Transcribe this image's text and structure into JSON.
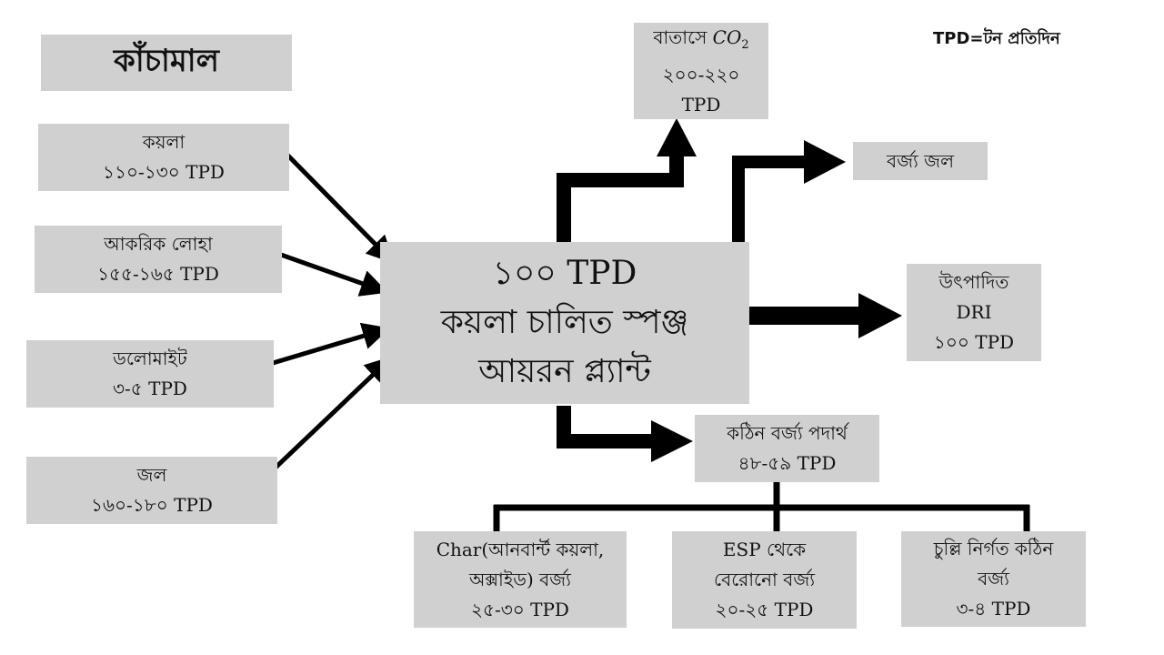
{
  "legend": "TPD=টন প্রতিদিন",
  "raw_material_title": "কাঁচামাল",
  "inputs": [
    {
      "line1": "কয়লা",
      "line2": "১১০-১৩০ TPD"
    },
    {
      "line1": "আকরিক লোহা",
      "line2": "১৫৫-১৬৫ TPD"
    },
    {
      "line1": "ডলোমাইট",
      "line2": "৩-৫ TPD"
    },
    {
      "line1": "জল",
      "line2": "১৬০-১৮০ TPD"
    }
  ],
  "plant": {
    "line1": "১০০ TPD",
    "line2": "কয়লা চালিত স্পঞ্জ",
    "line3": "আয়রন প্ল্যান্ট"
  },
  "co2": {
    "prefix": "বাতাসে ",
    "formula": "CO",
    "subscript": "2",
    "line2": "২০০-২২০",
    "line3": "TPD"
  },
  "waste_water": "বর্জ্য জল",
  "dri": {
    "line1": "উৎপাদিত",
    "line2": "DRI",
    "line3": "১০০ TPD"
  },
  "solid_waste": {
    "line1": "কঠিন বর্জ্য পদার্থ",
    "line2": "৪৮-৫৯ TPD"
  },
  "sub_wastes": [
    {
      "line1": "Char(আনবার্ন্ট কয়লা,",
      "line2": "অক্সাইড) বর্জ্য",
      "line3": "২৫-৩০ TPD"
    },
    {
      "line1": "ESP থেকে",
      "line2": "বেরোনো বর্জ্য",
      "line3": "২০-২৫ TPD"
    },
    {
      "line1": "চুল্লি নির্গত কঠিন",
      "line2": "বর্জ্য",
      "line3": "৩-৪ TPD"
    }
  ]
}
